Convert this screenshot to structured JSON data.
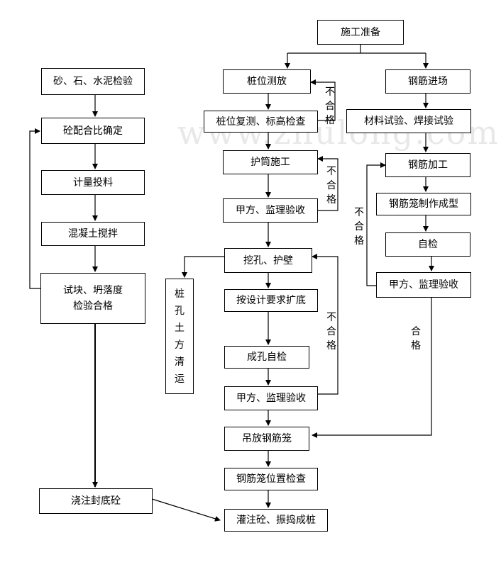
{
  "watermark": "www.zhulong.com",
  "nodes": {
    "start": "施工准备",
    "pile_setout": "桩位测放",
    "pile_recheck": "桩位复测、标高检查",
    "casing": "护筒施工",
    "owner_check1": "甲方、监理验收",
    "excavate": "挖孔、护壁",
    "enlarge": "按设计要求扩底",
    "hole_selfcheck": "成孔自检",
    "owner_check2": "甲方、监理验收",
    "hoist_cage": "吊放钢筋笼",
    "cage_position": "钢筋笼位置检查",
    "pour_pile": "灌注砼、振捣成桩",
    "rebar_in": "钢筋进场",
    "material_test": "材料试验、焊接试验",
    "rebar_process": "钢筋加工",
    "cage_make": "钢筋笼制作成型",
    "self_check": "自检",
    "owner_check3": "甲方、监理验收",
    "material_check": "砂、石、水泥检验",
    "mix_ratio": "砼配合比确定",
    "metering": "计量投料",
    "mixing": "混凝土搅拌",
    "test_block": "试块、坍落度\n检验合格",
    "pour_bottom": "浇注封底砼",
    "earth_removal": "桩\n孔\n土\n方\n清\n运"
  },
  "labels": {
    "fail_1": "不\n合\n格",
    "fail_2": "不\n合\n格",
    "fail_3": "不\n合\n格",
    "fail_4": "不\n合\n格",
    "pass": "合\n格"
  }
}
